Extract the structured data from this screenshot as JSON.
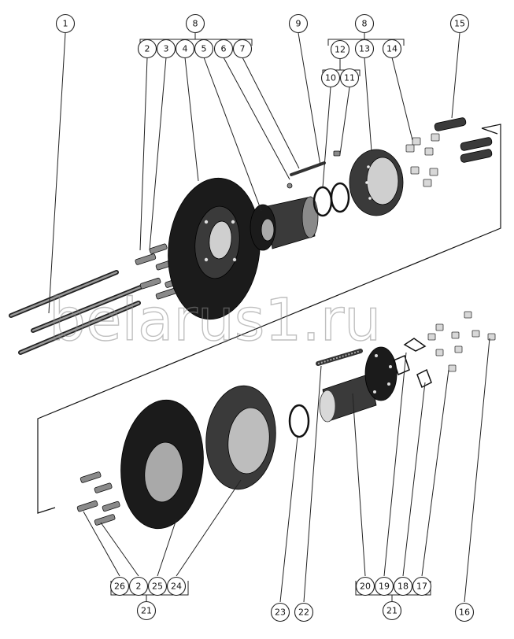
{
  "watermark": "belarus1.ru",
  "callouts": {
    "c1": "1",
    "c2": "2",
    "c3": "3",
    "c4": "4",
    "c5": "5",
    "c6": "6",
    "c7": "7",
    "c8": "8",
    "c9": "9",
    "c10": "10",
    "c11": "11",
    "c12": "12",
    "c13": "13",
    "c14": "14",
    "c15": "15",
    "c16": "16",
    "c17": "17",
    "c18": "18",
    "c19": "19",
    "c20": "20",
    "c21": "21",
    "c22": "22",
    "c23": "23",
    "c24": "24",
    "c25": "25",
    "c26": "26"
  }
}
